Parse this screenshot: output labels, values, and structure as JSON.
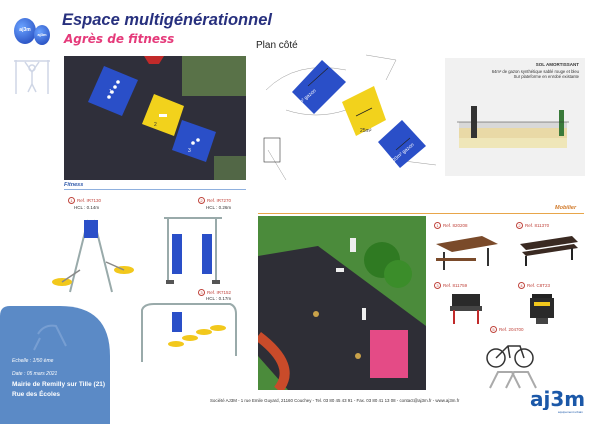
{
  "header": {
    "title": "Espace multigénérationnel",
    "subtitle": "Agrès de fitness",
    "balloon_left": "aj3m",
    "balloon_right": "aj3m"
  },
  "aerial": {
    "markers": [
      "1",
      "2",
      "3"
    ]
  },
  "sections": {
    "fitness_label": "Fitness",
    "mobilier_label": "Mobilier"
  },
  "plan": {
    "title": "Plan côté",
    "zone_labels": [
      "24m² gazon",
      "25m²",
      "20m² gazon"
    ]
  },
  "sol": {
    "title": "SOL AMORTISSANT",
    "lines": [
      "64m² de gazon synthétique sablé rouge et bleu",
      "Sur plateforme en enrobé existante"
    ]
  },
  "fitness_products": [
    {
      "num": "1",
      "ref": "Ref. IR7130",
      "hcl": "HCL : 0.14m"
    },
    {
      "num": "2",
      "ref": "Ref. IR7270",
      "hcl": "HCL : 0.26m"
    },
    {
      "num": "3",
      "ref": "Ref. IR7152",
      "hcl": "HCL : 0.17m"
    }
  ],
  "mobilier_products": [
    {
      "num": "1",
      "ref": "Ref. 820208"
    },
    {
      "num": "2",
      "ref": "Ref. 811370"
    },
    {
      "num": "3",
      "ref": "Ref. 811759"
    },
    {
      "num": "4",
      "ref": "Ref. C8T23"
    },
    {
      "num": "5",
      "ref": "Ref. 204700"
    }
  ],
  "info": {
    "echelle": "Echelle : 1/50 ème",
    "date": "Date : 05 mars 2021",
    "mairie": "Mairie de Remilly sur Tille (21)",
    "rue": "Rue des Écoles"
  },
  "footer": {
    "text": "Société AJ3M - 1 rue Emile Guyard, 21160 Couchey - Tel. 03 80 45 43 91 - Fax. 03 80 41 13 08 - contact@aj3m.fr - www.aj3m.fr"
  },
  "logo": {
    "text": "aj3m",
    "sub": "équipement urbain"
  },
  "colors": {
    "title": "#27307e",
    "subtitle": "#e53a7a",
    "blue_zone": "#2a4fc8",
    "yellow_zone": "#f2d21c",
    "info_panel": "#5b8ac6"
  }
}
